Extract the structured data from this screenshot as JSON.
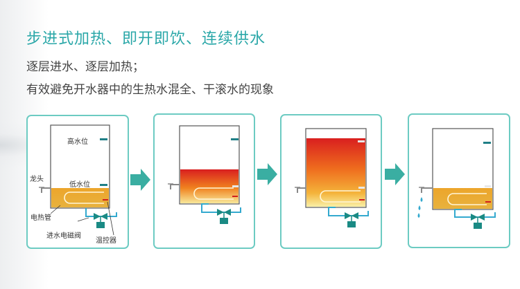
{
  "header": {
    "title": "步进式加热、即开即饮、连续供水",
    "line1": "逐层进水、逐层加热；",
    "line2": "有效避免开水器中的生热水混全、干滚水的现象"
  },
  "labels": {
    "high_level": "高水位",
    "low_level": "低水位",
    "faucet": "龙头",
    "heating_tube": "电热管",
    "inlet_valve": "进水电磁阀",
    "thermostat": "温控器"
  },
  "colors": {
    "teal": "#2aa7a8",
    "panel_border": "#6ccbc2",
    "water_low": "#f4c542",
    "water_mid": "#f0a030",
    "water_hot": "#e02020",
    "pipe": "#33a9cf"
  }
}
